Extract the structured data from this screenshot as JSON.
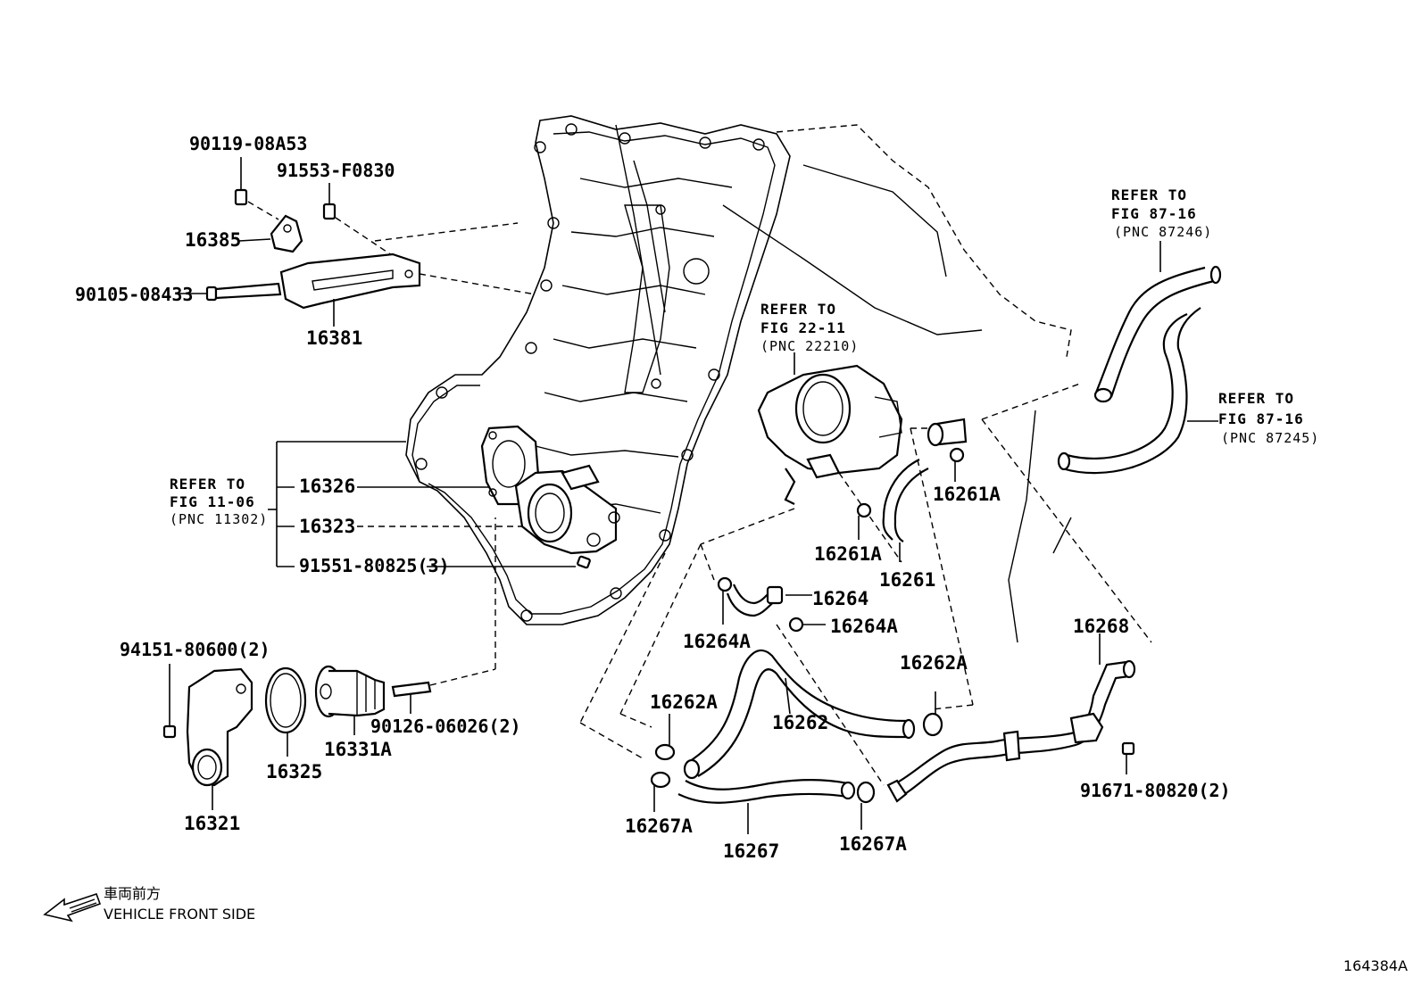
{
  "labels": {
    "bolt_90119": "90119-08A53",
    "bolt_91553": "91553-F0830",
    "bracket_16385": "16385",
    "bolt_90105": "90105-08433",
    "bracket_16381": "16381",
    "gasket_16326": "16326",
    "housing_16323": "16323",
    "bolt_91551": "91551-80825(3)",
    "nut_94151": "94151-80600(2)",
    "inlet_16321": "16321",
    "gasket_16325": "16325",
    "thermostat_16331a": "16331A",
    "stud_90126": "90126-06026(2)",
    "clamp_16261a_top": "16261A",
    "clamp_16261a_mid": "16261A",
    "hose_16261": "16261",
    "hose_16264": "16264",
    "clamp_16264a_right": "16264A",
    "clamp_16264a_left": "16264A",
    "clamp_16262a_right": "16262A",
    "clamp_16262a_left": "16262A",
    "hose_16262": "16262",
    "pipe_16268": "16268",
    "bolt_91671": "91671-80820(2)",
    "clamp_16267a_left": "16267A",
    "hose_16267": "16267",
    "clamp_16267a_right": "16267A"
  },
  "references": {
    "fig_11_06": {
      "line1": "REFER TO",
      "line2": "FIG 11-06",
      "line3": "(PNC 11302)"
    },
    "fig_22_11": {
      "line1": "REFER TO",
      "line2": "FIG 22-11",
      "line3": "(PNC 22210)"
    },
    "fig_87_16_a": {
      "line1": "REFER TO",
      "line2": "FIG 87-16",
      "line3": "(PNC 87246)"
    },
    "fig_87_16_b": {
      "line1": "REFER TO",
      "line2": "FIG 87-16",
      "line3": "(PNC 87245)"
    }
  },
  "caption": {
    "japanese": "車両前方",
    "english": "VEHICLE FRONT SIDE"
  },
  "diagram_id": "164384A"
}
